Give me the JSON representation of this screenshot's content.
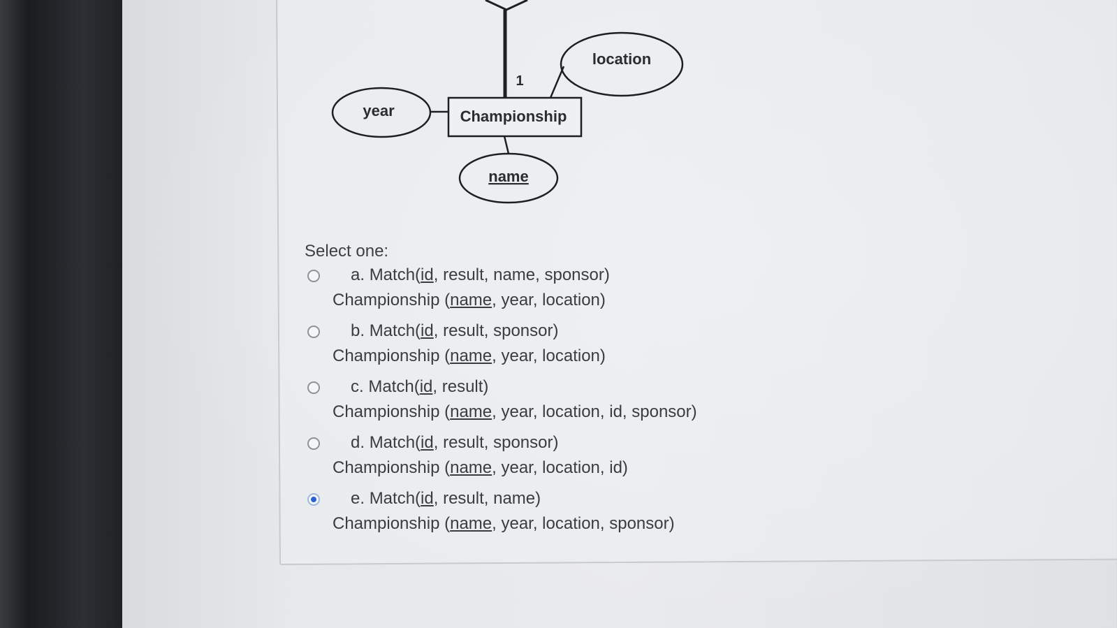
{
  "diagram": {
    "entity": "Championship",
    "attributes": {
      "year": "year",
      "location": "location",
      "name": "name"
    },
    "cardinality": "1"
  },
  "question": {
    "prompt": "Select one:",
    "options": [
      {
        "letter": "a.",
        "m_pre": "Match(",
        "m_key": "id",
        "m_rest": ", result, name, sponsor)",
        "c_pre": "Championship (",
        "c_key": "name",
        "c_rest": ", year, location)",
        "selected": false
      },
      {
        "letter": "b.",
        "m_pre": "Match(",
        "m_key": "id",
        "m_rest": ", result, sponsor)",
        "c_pre": "Championship (",
        "c_key": "name",
        "c_rest": ", year, location)",
        "selected": false
      },
      {
        "letter": "c.",
        "m_pre": "Match(",
        "m_key": "id",
        "m_rest": ", result)",
        "c_pre": "Championship (",
        "c_key": "name",
        "c_rest": ", year, location, id, sponsor)",
        "selected": false
      },
      {
        "letter": "d.",
        "m_pre": "Match(",
        "m_key": "id",
        "m_rest": ", result, sponsor)",
        "c_pre": "Championship (",
        "c_key": "name",
        "c_rest": ", year, location, id)",
        "selected": false
      },
      {
        "letter": "e.",
        "m_pre": "Match(",
        "m_key": "id",
        "m_rest": ", result, name)",
        "c_pre": "Championship (",
        "c_key": "name",
        "c_rest": ", year, location, sponsor)",
        "selected": true
      }
    ]
  },
  "colors": {
    "radio_selected": "#2a63d1",
    "text": "#3a3c3f"
  }
}
